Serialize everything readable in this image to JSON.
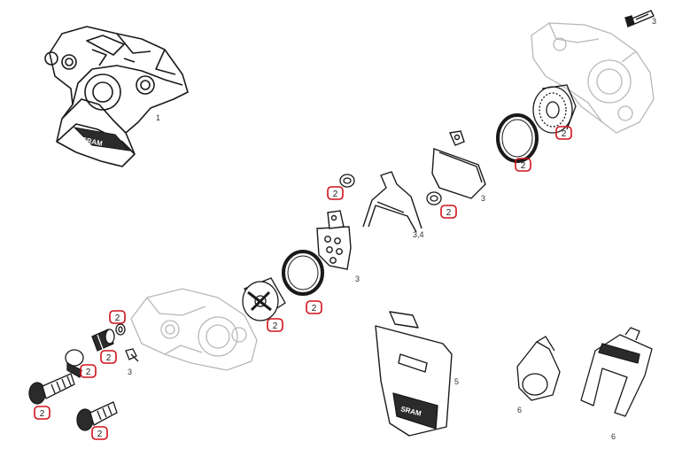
{
  "diagram": {
    "part_labels": {
      "caliper": "1",
      "pin_top": "3",
      "spring_clip": "3,4",
      "pad_upper": "3",
      "pad_lower": "3",
      "pin_lower": "3",
      "bleed_block": "5",
      "spacer_ring": "6",
      "spacer_clip": "6"
    },
    "callouts": {
      "piston_right": "2",
      "seal_right": "2",
      "washer_upper": "2",
      "washer_mid": "2",
      "seal_left": "2",
      "piston_left": "2",
      "banjo_bolt_washer": "2",
      "fitting": "2",
      "banjo": "2",
      "bolt_upper": "2",
      "bolt_lower": "2"
    },
    "brand_mark": "SRAM",
    "colors": {
      "line": "#1a1a1a",
      "ghost": "#b8b8b8",
      "callout": "#d0101a",
      "fill_dark": "#2b2b2b"
    }
  }
}
